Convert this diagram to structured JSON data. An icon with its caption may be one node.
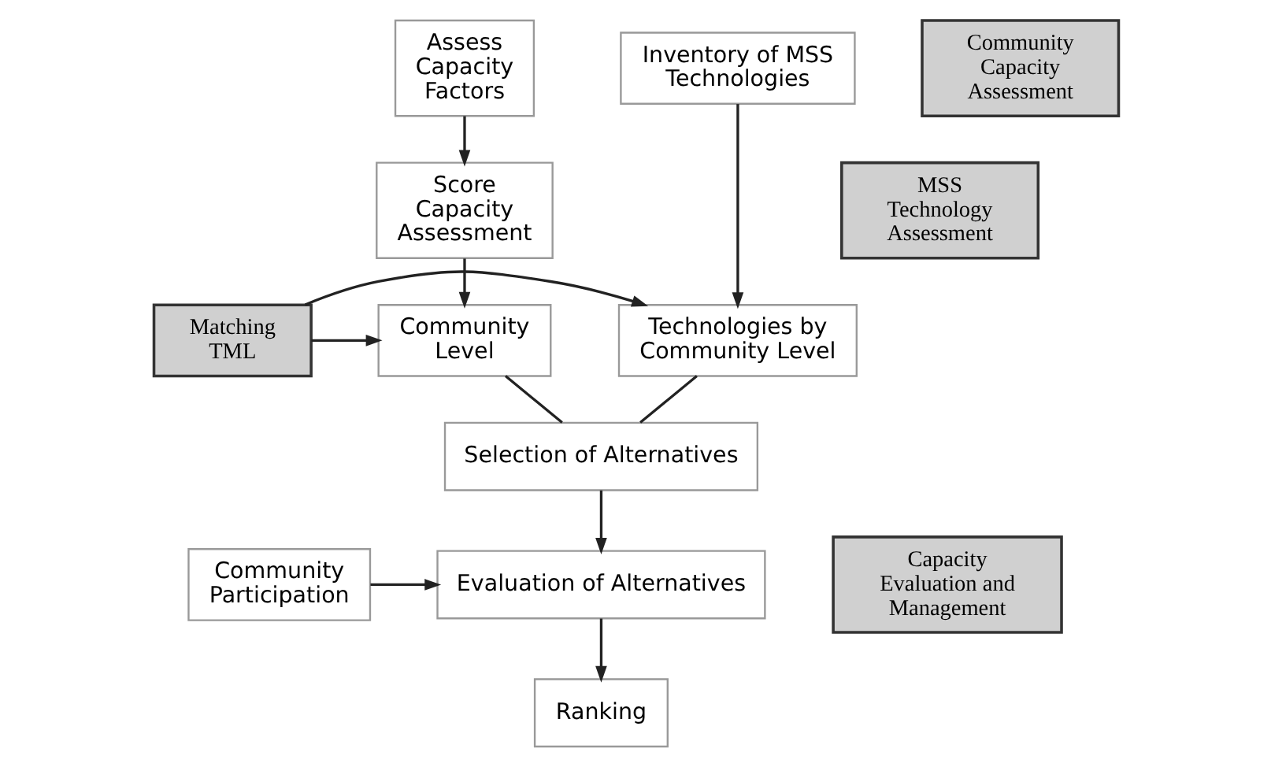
{
  "diagram": {
    "nodes": [
      {
        "text": [
          "Assess Capacity Factors"
        ]
      },
      {
        "text": [
          "Inventory of MSS Technologies"
        ]
      },
      {
        "text": [
          "Community Capacity Assessment"
        ]
      },
      {
        "text": [
          "Score Capacity Assessment"
        ]
      },
      {
        "text": [
          "MSS Technology Assessment"
        ]
      },
      {
        "text": [
          "Community Level"
        ]
      },
      {
        "text": [
          "Matching TML"
        ]
      },
      {
        "text": [
          "Technologies by Community Level"
        ]
      },
      {
        "text": [
          "Selection of Alternatives"
        ]
      },
      {
        "text": [
          "Capacity Evaluation and Management"
        ]
      },
      {
        "text": [
          "Evaluation of Alternatives"
        ]
      },
      {
        "text": [
          "Community Participation"
        ]
      },
      {
        "text": [
          "Ranking"
        ]
      }
    ],
    "edges": [
      {
        "from": 0,
        "to": 3,
        "arrow": "to"
      },
      {
        "from": 3,
        "to": 5,
        "arrow": "to"
      },
      {
        "from": 1,
        "to": 7,
        "arrow": "to"
      },
      {
        "from": 6,
        "to": 5,
        "arrow": "to"
      },
      {
        "from": 6,
        "to": 7,
        "arrow": "to"
      },
      {
        "from": 5,
        "to": 8,
        "arrow": "none"
      },
      {
        "from": 7,
        "to": 8,
        "arrow": "none"
      },
      {
        "from": 8,
        "to": 10,
        "arrow": "to"
      },
      {
        "from": 11,
        "to": 10,
        "arrow": "to"
      },
      {
        "from": 10,
        "to": 12,
        "arrow": "to"
      }
    ]
  }
}
